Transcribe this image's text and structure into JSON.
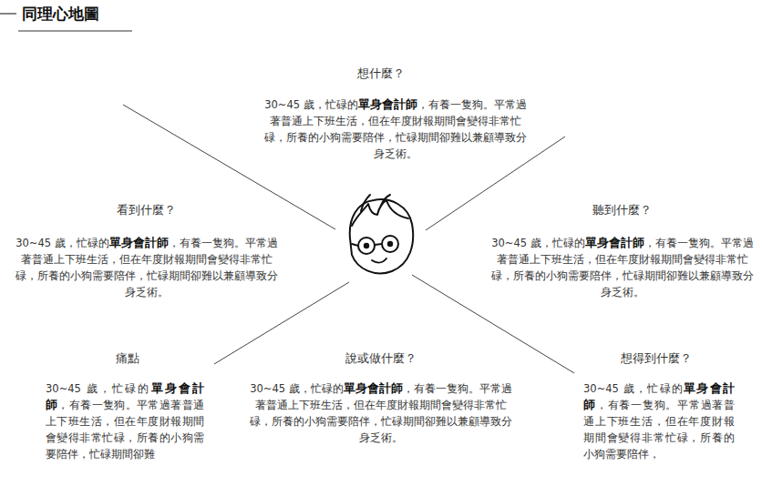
{
  "diagram": {
    "title": "同理心地圖",
    "labels": [
      "想什麼？",
      "30~45 歲，忙碌的",
      "單身會計師",
      "，有養一隻狗。平常過著普通上下班生活，但在年度財報期間會變得非常忙碌，所養的小狗需要陪伴，忙碌期間卻難以兼顧導致分身乏術。",
      "看到什麼？",
      "30~45 歲，忙碌的",
      "單身會計師",
      "，有養一隻狗。平常過著普通上下班生活，但在年度財報期間會變得非常忙碌，所養的小狗需要陪伴，忙碌期間卻難以兼顧導致分身乏術。",
      "聽到什麼？",
      "30~45 歲，忙碌的",
      "單身會計師",
      "，有養一隻狗。平常過著普通上下班生活，但在年度財報期間會變得非常忙碌，所養的小狗需要陪伴，忙碌期間卻難以兼顧導致分身乏術。",
      "痛點",
      "30~45 歲，忙碌的",
      "單身會計師",
      "，有養一隻狗。平常過著普通上下班生活，但在年度財報期間會變得非常忙碌，所養的小狗需要陪伴，忙碌期間卻難",
      "說或做什麼？",
      "30~45 歲，忙碌的",
      "單身會計師",
      "，有養一隻狗。平常過著普通上下班生活，但在年度財報期間會變得非常忙碌，所養的小狗需要陪伴，忙碌期間卻難以兼顧導致分身乏術。",
      "想得到什麼？",
      "30~45 歲，忙碌的",
      "單身會計師",
      "，有養一隻狗。平常過著普通上下班生活，但在年度財報期間會變得非常忙碌，所養的小狗需要陪伴，"
    ]
  }
}
